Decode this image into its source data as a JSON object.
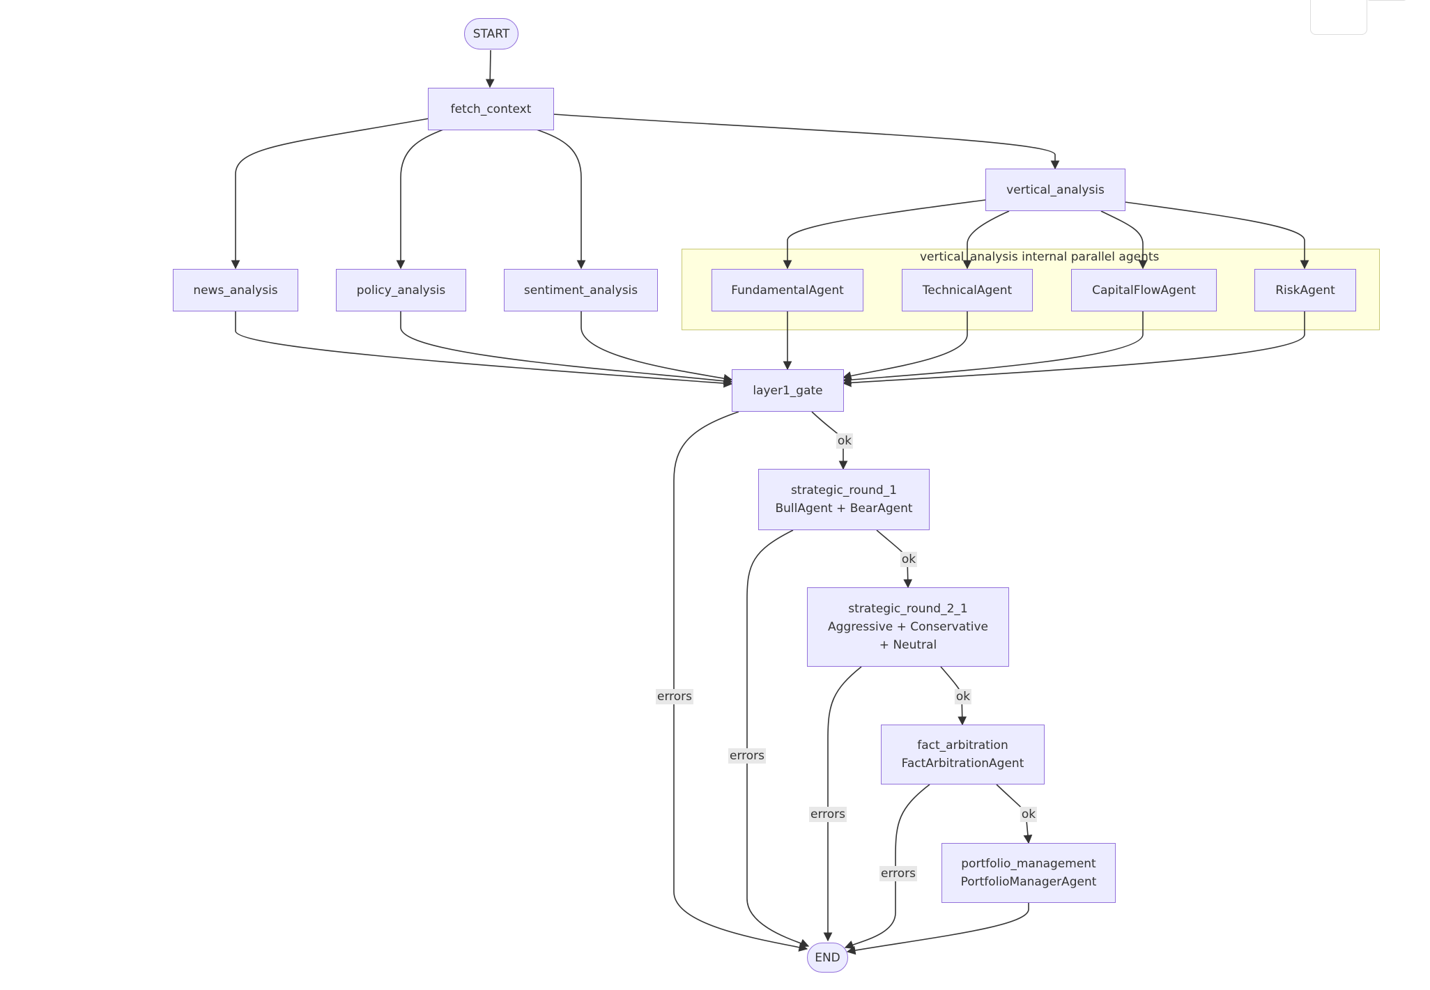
{
  "diagram": {
    "cluster": {
      "title": "vertical_analysis internal parallel agents"
    },
    "nodes": {
      "start": "START",
      "fetch_context": "fetch_context",
      "news_analysis": "news_analysis",
      "policy_analysis": "policy_analysis",
      "sentiment_analysis": "sentiment_analysis",
      "vertical_analysis": "vertical_analysis",
      "fundamental": "FundamentalAgent",
      "technical": "TechnicalAgent",
      "capitalflow": "CapitalFlowAgent",
      "risk": "RiskAgent",
      "layer1_gate": "layer1_gate",
      "strategic_round_1": {
        "line1": "strategic_round_1",
        "line2": "BullAgent + BearAgent"
      },
      "strategic_round_2_1": {
        "line1": "strategic_round_2_1",
        "line2": "Aggressive + Conservative",
        "line3": "+ Neutral"
      },
      "fact_arbitration": {
        "line1": "fact_arbitration",
        "line2": "FactArbitrationAgent"
      },
      "portfolio_management": {
        "line1": "portfolio_management",
        "line2": "PortfolioManagerAgent"
      },
      "end": "END"
    },
    "edge_labels": {
      "ok_1": "ok",
      "ok_2": "ok",
      "ok_3": "ok",
      "ok_4": "ok",
      "errors_1": "errors",
      "errors_2": "errors",
      "errors_3": "errors",
      "errors_4": "errors"
    },
    "colors": {
      "node_fill": "#ECECFF",
      "node_border": "#9370DB",
      "cluster_fill": "#ffffde",
      "cluster_border": "#c7c774",
      "edge": "#333333",
      "label_bg": "#e8e8e8"
    }
  }
}
